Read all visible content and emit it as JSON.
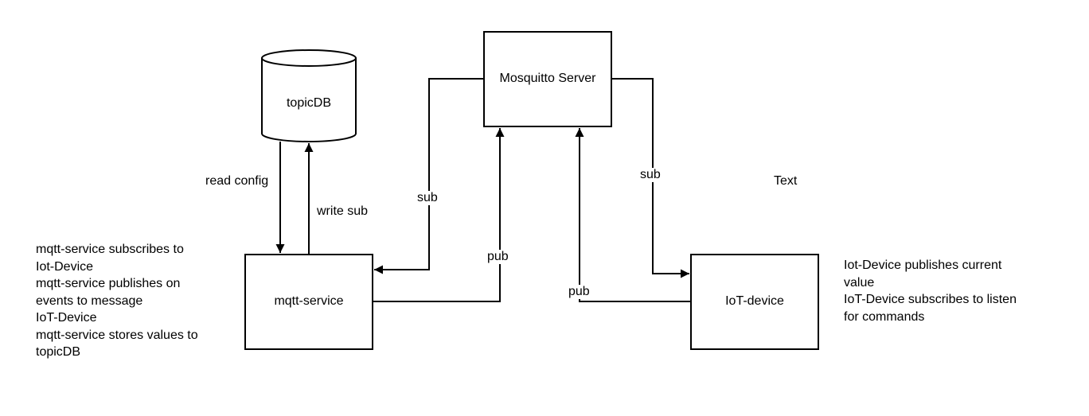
{
  "nodes": {
    "mosquitto": {
      "label": "Mosquitto Server"
    },
    "topicdb": {
      "label": "topicDB"
    },
    "mqtt_service": {
      "label": "mqtt-service"
    },
    "iot_device": {
      "label": "IoT-device"
    }
  },
  "edges": {
    "read_config": "read config",
    "write_sub": "write sub",
    "mosquitto_to_mqtt_sub": "sub",
    "mqtt_to_mosquitto_pub": "pub",
    "mosquitto_to_iot_sub": "sub",
    "iot_to_mosquitto_pub": "pub"
  },
  "free_text": "Text",
  "notes": {
    "mqtt_service": [
      "mqtt-service subscribes to",
      "Iot-Device",
      "mqtt-service publishes on",
      "events to message",
      "IoT-Device",
      "mqtt-service stores values to",
      "topicDB"
    ],
    "iot_device": [
      "Iot-Device publishes current",
      "value",
      "IoT-Device subscribes to listen",
      "for commands"
    ]
  },
  "colors": {
    "stroke": "#000000",
    "background": "#ffffff"
  }
}
